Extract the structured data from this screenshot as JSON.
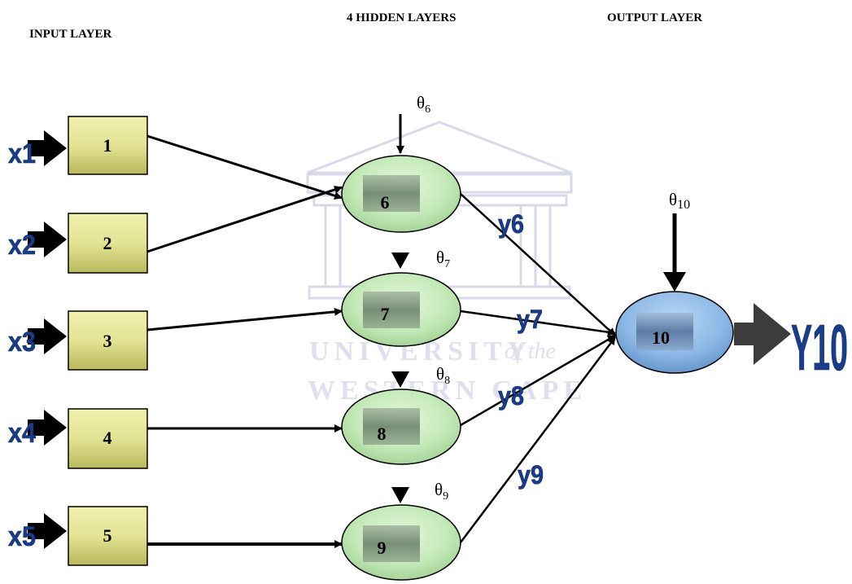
{
  "headings": {
    "input": "INPUT LAYER",
    "hidden": "4 HIDDEN LAYERS",
    "output": "OUTPUT LAYER"
  },
  "watermark": {
    "line1": "UNIVERSITY",
    "of_the": "of the",
    "line2": "WESTERN CAPE"
  },
  "input_nodes": [
    {
      "label": "1",
      "input": "x1"
    },
    {
      "label": "2",
      "input": "x2"
    },
    {
      "label": "3",
      "input": "x3"
    },
    {
      "label": "4",
      "input": "x4"
    },
    {
      "label": "5",
      "input": "x5"
    }
  ],
  "hidden_nodes": [
    {
      "label": "6",
      "bias_base": "θ",
      "bias_sub": "6",
      "output": "y6"
    },
    {
      "label": "7",
      "bias_base": "θ",
      "bias_sub": "7",
      "output": "y7"
    },
    {
      "label": "8",
      "bias_base": "θ",
      "bias_sub": "8",
      "output": "y8"
    },
    {
      "label": "9",
      "bias_base": "θ",
      "bias_sub": "9",
      "output": "y9"
    }
  ],
  "output_node": {
    "label": "10",
    "bias_base": "θ",
    "bias_sub": "10",
    "output": "Y10"
  },
  "colors": {
    "input_fill": "#e4e49a",
    "hidden_fill": "#c2e8b6",
    "output_fill": "#8db8e6",
    "label_blue": "#1a3d8a"
  }
}
